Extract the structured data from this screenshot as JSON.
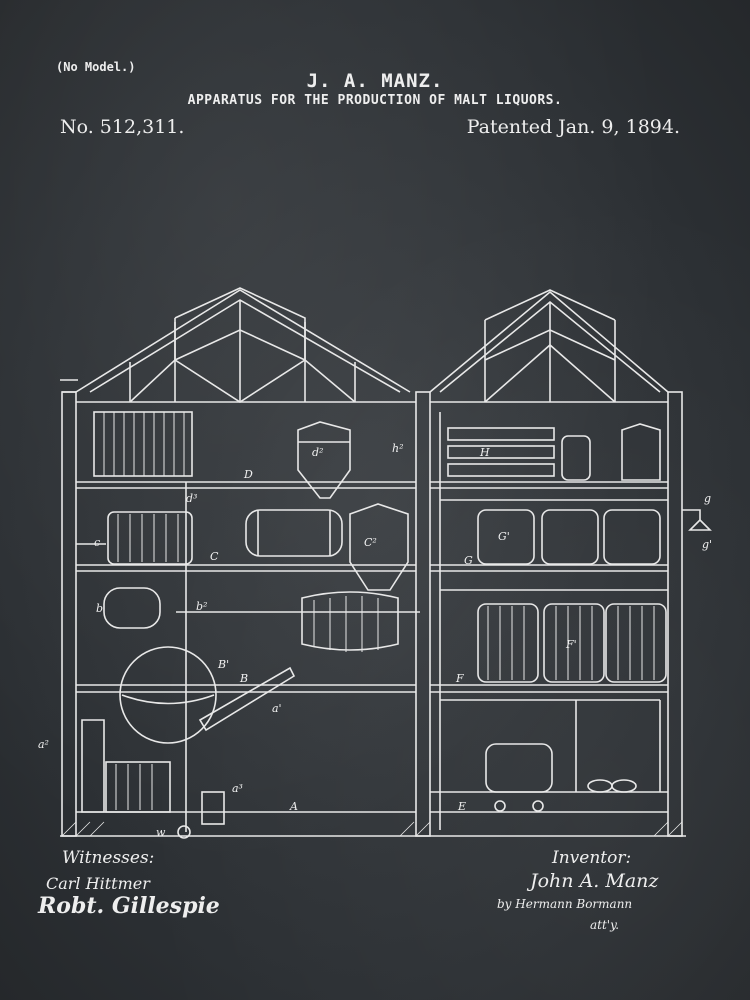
{
  "header": {
    "no_model": "(No Model.)",
    "inventor": "J. A. MANZ.",
    "title": "APPARATUS FOR THE PRODUCTION OF MALT LIQUORS.",
    "patent_number": "No. 512,311.",
    "patent_date": "Patented Jan. 9, 1894."
  },
  "figure_labels": {
    "d": "D",
    "c": "C",
    "b": "B",
    "b1": "B'",
    "a": "A",
    "e": "E",
    "f": "F",
    "g": "G",
    "c_lower": "c",
    "b_lower": "b",
    "a1": "a'",
    "a2": "a²",
    "a3": "a³",
    "w": "w",
    "g_lower": "g",
    "g1": "g'",
    "h": "H",
    "h2": "h²",
    "f1": "F'",
    "g2": "G'",
    "c2": "C²",
    "d2": "d²",
    "b2": "b²",
    "d3": "d³"
  },
  "footer": {
    "witnesses_label": "Witnesses:",
    "witness_1": "Carl Hittmer",
    "witness_2": "Robt. Gillespie",
    "inventor_label": "Inventor:",
    "inventor_signature": "John A. Manz",
    "attorney_line": "by Hermann Bormann",
    "attorney_suffix": "att'y."
  }
}
